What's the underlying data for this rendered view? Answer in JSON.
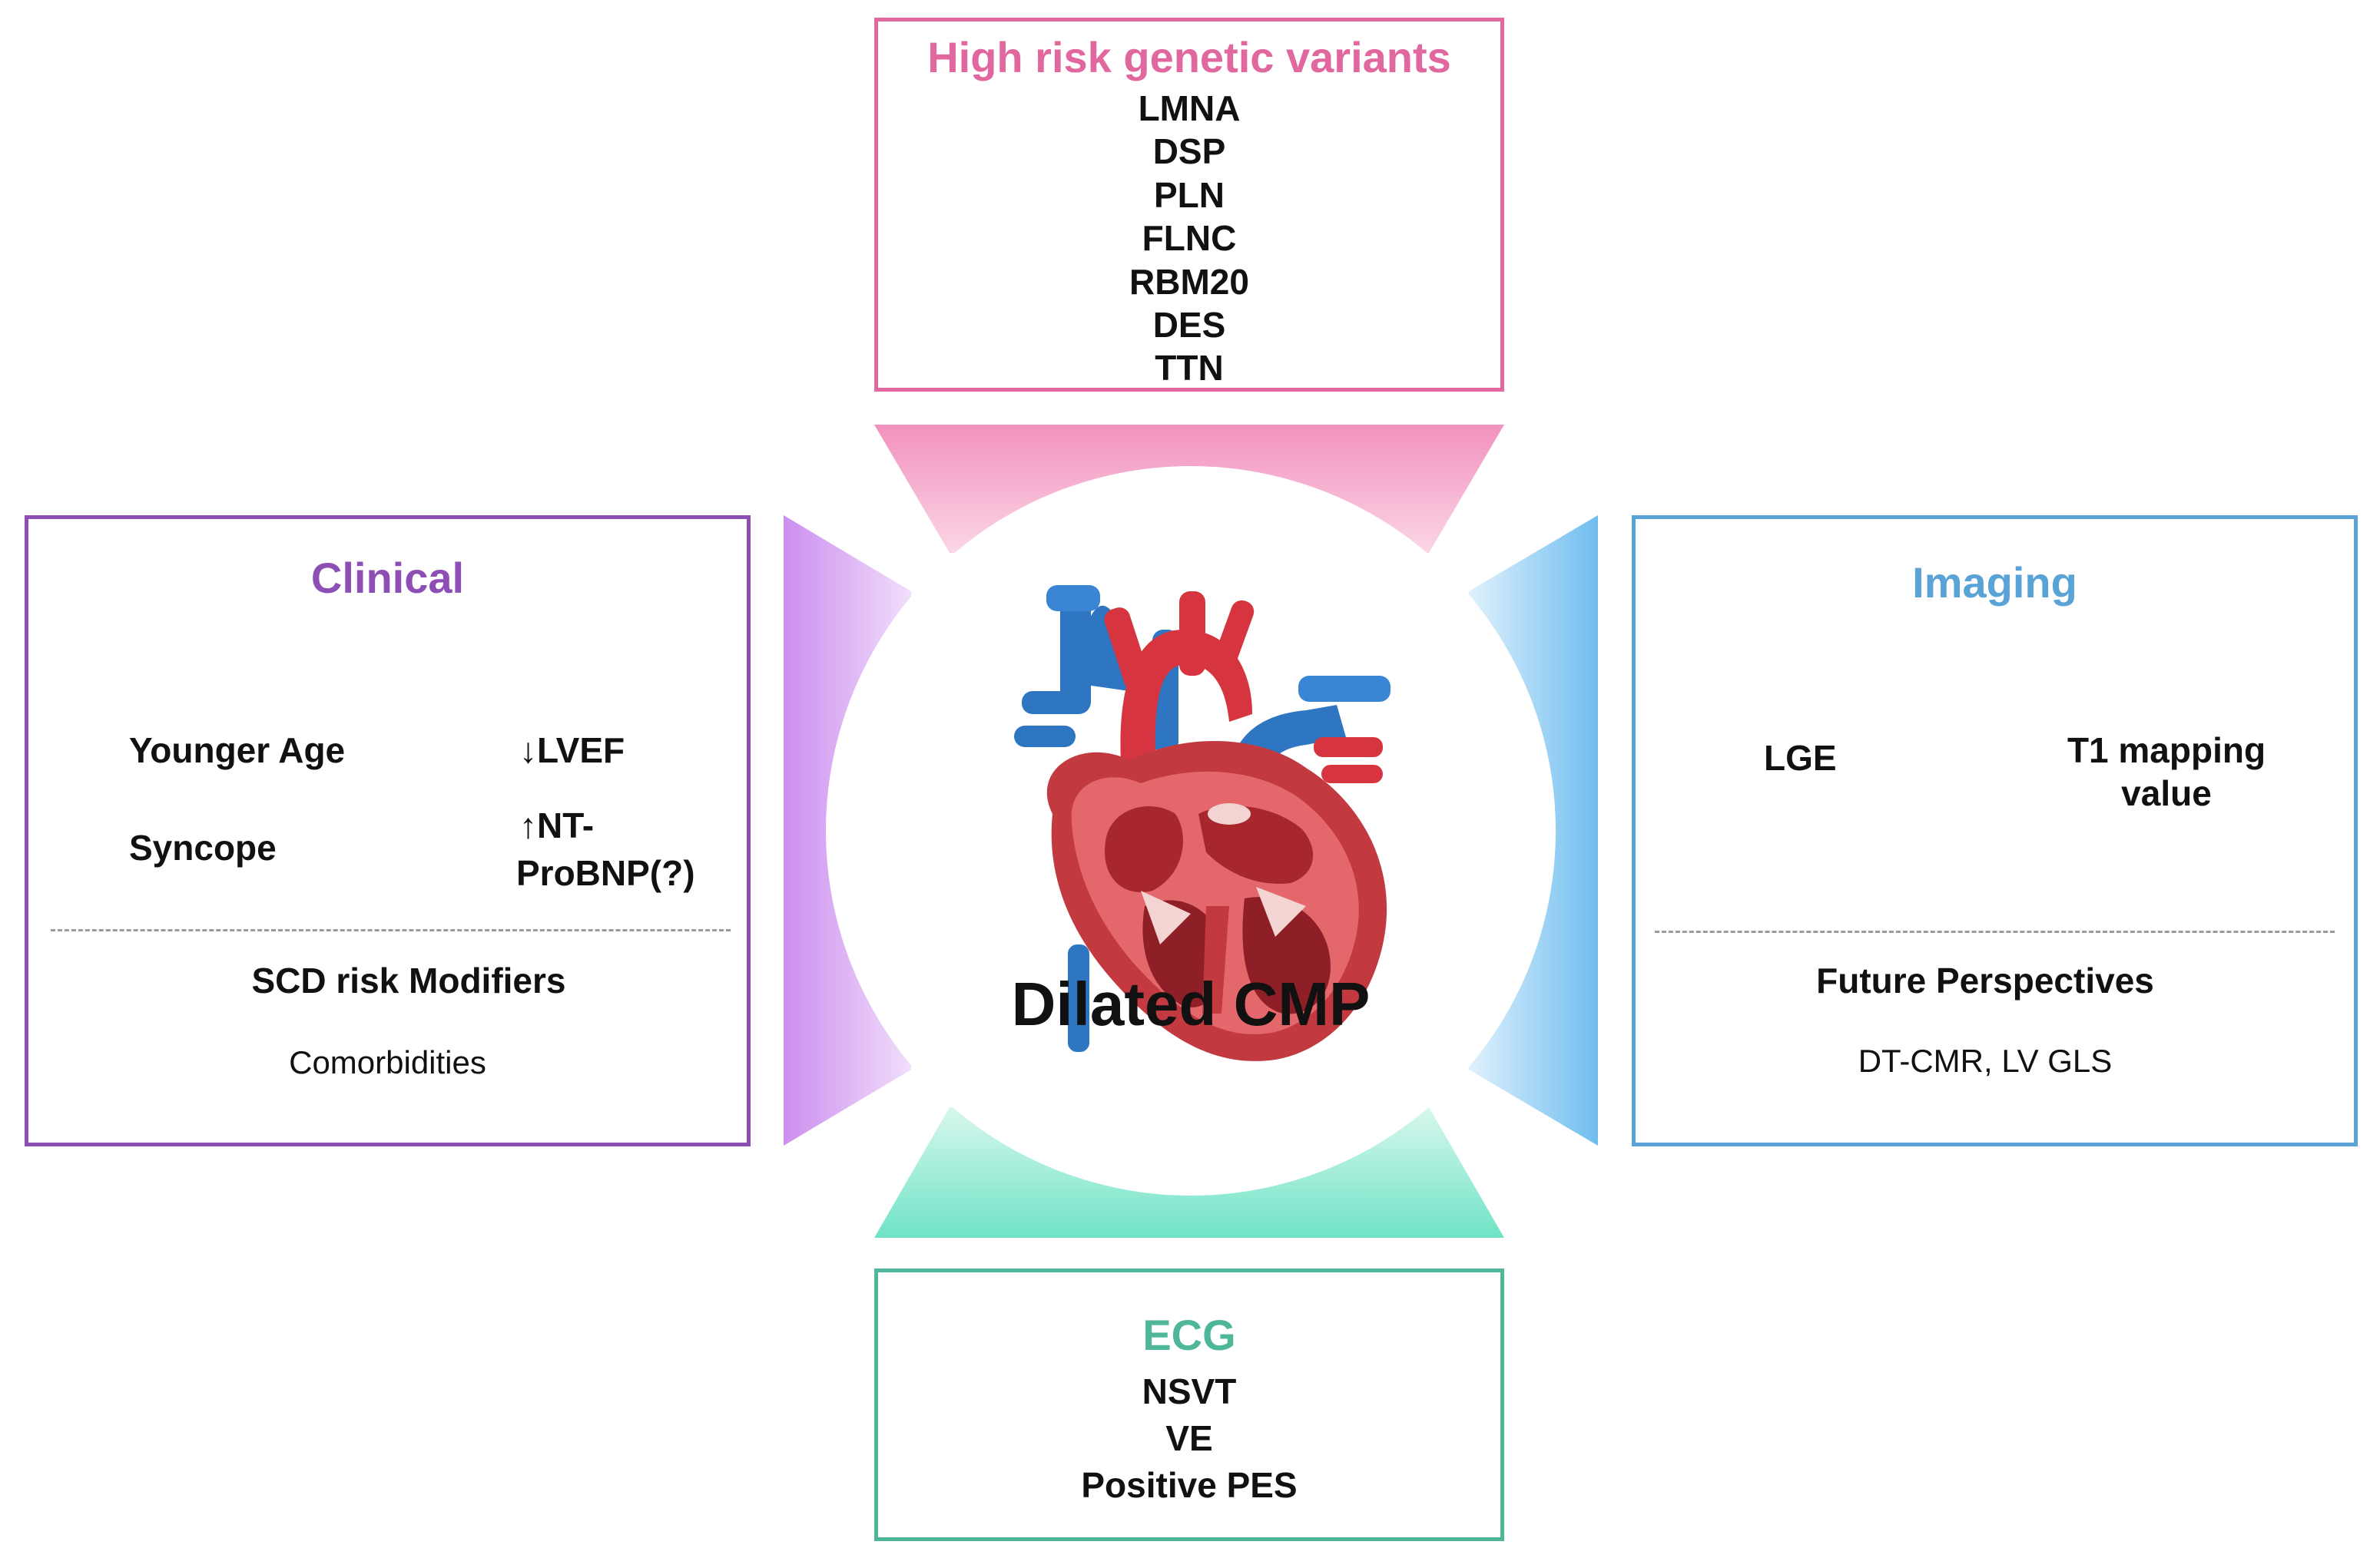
{
  "genetic": {
    "title": "High risk genetic variants",
    "genes": [
      "LMNA",
      "DSP",
      "PLN",
      "FLNC",
      "RBM20",
      "DES",
      "TTN"
    ]
  },
  "clinical": {
    "title": "Clinical",
    "younger_age": "Younger Age",
    "lvef": "↓LVEF",
    "syncope": "Syncope",
    "ntprobnp_line1": "↑NT-",
    "ntprobnp_line2": "ProBNP(?)",
    "modifiers_title": "SCD risk Modifiers",
    "modifiers_text": "Comorbidities"
  },
  "imaging": {
    "title": "Imaging",
    "lge": "LGE",
    "t1_line1": "T1 mapping",
    "t1_line2": "value",
    "future_title": "Future Perspectives",
    "future_text": "DT-CMR, LV GLS"
  },
  "ecg": {
    "title": "ECG",
    "items": [
      "NSVT",
      "VE",
      "Positive PES"
    ]
  },
  "center": {
    "label": "Dilated CMP"
  },
  "colors": {
    "genetic": "#e0689f",
    "clinical": "#8e4fb5",
    "imaging": "#5aa3d6",
    "ecg": "#4eb79a"
  }
}
